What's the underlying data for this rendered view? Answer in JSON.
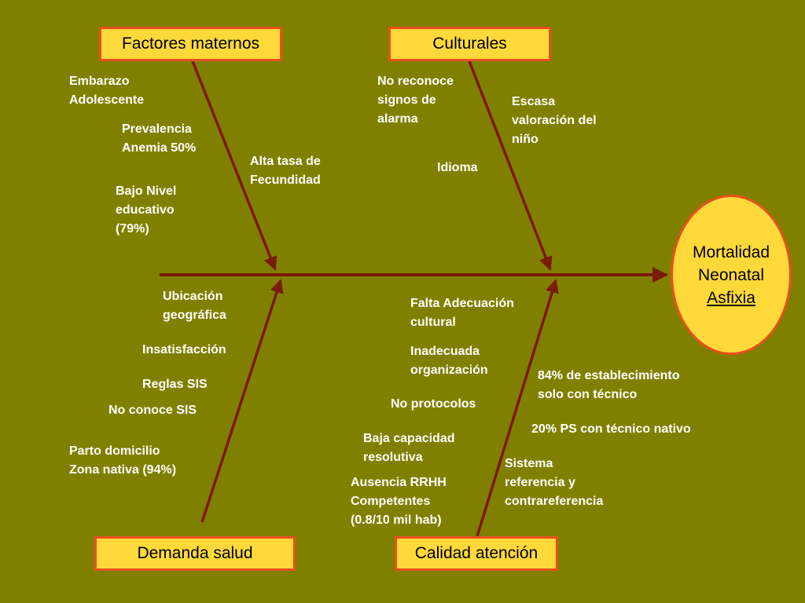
{
  "categories": {
    "top_left": "Factores maternos",
    "top_right": "Culturales",
    "bottom_left": "Demanda salud",
    "bottom_right": "Calidad atención"
  },
  "effect": {
    "line1": "Mortalidad",
    "line2": "Neonatal",
    "line3": "Asfixia"
  },
  "causes": {
    "factores_maternos": {
      "embarazo": [
        "Embarazo",
        "Adolescente"
      ],
      "anemia": [
        "Prevalencia",
        "Anemia 50%"
      ],
      "educativo": [
        "Bajo Nivel",
        "educativo",
        "(79%)"
      ],
      "fecundidad": [
        "Alta tasa de",
        "Fecundidad"
      ]
    },
    "culturales": {
      "signos": [
        "No reconoce",
        "signos de",
        "alarma"
      ],
      "valoracion": [
        "Escasa",
        "valoración del",
        "niño"
      ],
      "idioma": "Idioma"
    },
    "demanda_salud": {
      "ubicacion": [
        "Ubicación",
        "geográfica"
      ],
      "insatisfaccion": "Insatisfacción",
      "reglas_sis": "Reglas SIS",
      "no_conoce_sis": "No conoce SIS",
      "parto": [
        "Parto domicilio",
        "Zona nativa (94%)"
      ]
    },
    "calidad_atencion": {
      "adecuacion": [
        "Falta Adecuación",
        "cultural"
      ],
      "organizacion": [
        "Inadecuada",
        "organización"
      ],
      "protocolos": "No protocolos",
      "capacidad": [
        "Baja capacidad",
        "resolutiva"
      ],
      "rrhh": [
        "Ausencia RRHH",
        "Competentes",
        "(0.8/10 mil hab)"
      ],
      "establecimiento": [
        "84% de establecimiento",
        "solo con técnico"
      ],
      "ps_nativo": "20% PS con técnico nativo",
      "referencia": [
        "Sistema",
        "referencia y",
        "contrareferencia"
      ]
    }
  },
  "colors": {
    "background": "#808000",
    "bone": "#7a1a0a",
    "box_fill": "#ffd93a",
    "box_border": "#e8501e",
    "label_text": "#ffffff"
  }
}
